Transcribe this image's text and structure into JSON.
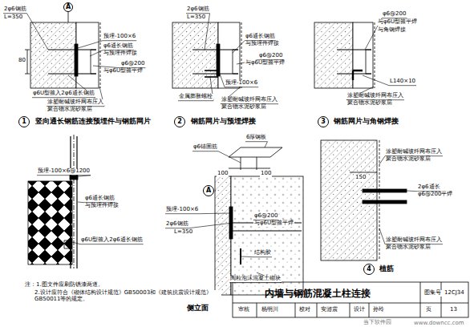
{
  "diagram": {
    "title": "内墙与钢筋混凝土柱连接",
    "nodes": [
      {
        "text": [
          "A"
        ]
      },
      {
        "text": [
          "1"
        ]
      },
      {
        "text": [
          "2"
        ]
      },
      {
        "text": [
          "3"
        ]
      },
      {
        "text": [
          "A"
        ]
      },
      {
        "text": [
          "4"
        ]
      }
    ],
    "labels": [
      "2φ6钢筋",
      "L=350",
      "预埋-100×6",
      "φ6通长钢筋",
      "与预埋件焊接",
      "φ6@200",
      "与φ6U型箍平焊",
      "80",
      "φ6U型箍入2φ6通长钢筋",
      "涂塑耐碱玻纤网布压入",
      "聚合物水泥砂浆层",
      "竖向通长钢筋连接预埋件与钢筋网片",
      "2φ6钢筋",
      "L=350",
      "φ6通长钢筋",
      "与预埋件焊接",
      "φ6@200",
      "与φ6U型箍平焊",
      "预埋-100×6",
      "金属膨胀螺栓",
      "涂塑耐碱玻纤网布压入",
      "聚合物水泥砂浆层",
      "钢筋网片与预埋焊接",
      "φ6@200",
      "与φ6U型箍平焊",
      "与角钢焊接",
      "L140×10",
      "涂塑耐碱玻纤网布压入",
      "聚合物水泥砂浆层",
      "钢筋网片与角钢焊接",
      "预埋-100×6@1200",
      "φ6通长钢筋",
      "与预埋件焊接",
      "φ6U型箍入2φ6通长钢筋",
      "6厚钢板",
      "φ6锚固筋",
      "100",
      "100",
      "预埋-100×6",
      "2φ6钢筋",
      "L=350",
      "φ6@200",
      "与φ6U型箍平焊",
      "结构胶",
      "陶粒泡沫混凝土砌块",
      "侧立面",
      "涂塑耐碱玻纤网布压入",
      "聚合物水泥砂浆层",
      "150",
      "2φ6通长",
      "φ6@200平焊",
      "涂塑耐碱玻纤网布压入",
      "聚合物水泥砂浆层",
      "植筋",
      "注：1.图文件应刷防锈漆两道。",
      "2.设计应符合《砌体结构设计规范》GB50003和《建筑抗震设计规范》GB50011等的规定。",
      "图集号",
      "12CJ34",
      "审核",
      "杨明川",
      "校对",
      "安游震",
      "设计",
      "孙玲",
      "页",
      "13",
      "当下软件园",
      "www.downcc.com"
    ]
  }
}
